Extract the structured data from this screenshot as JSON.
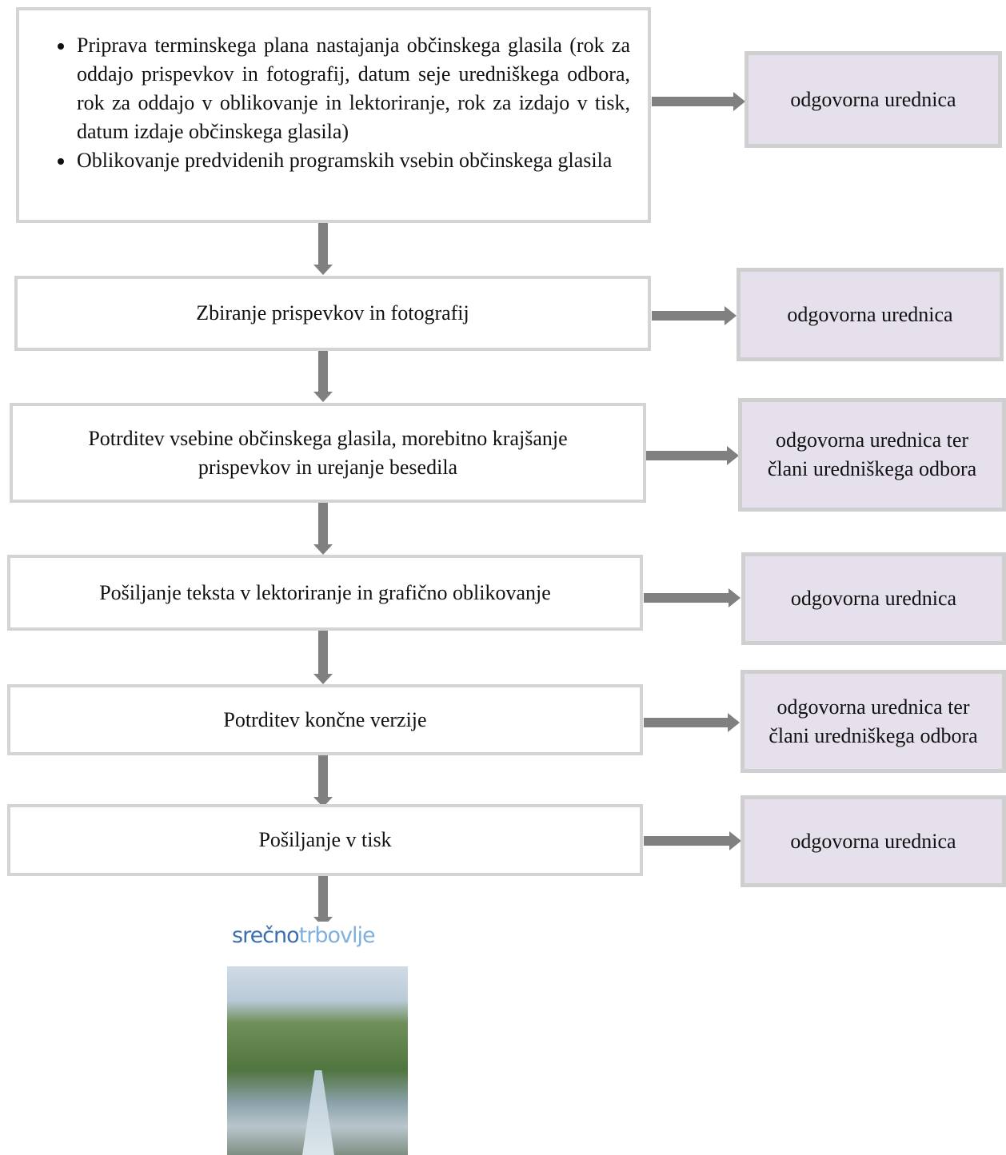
{
  "steps": [
    {
      "bullets": [
        "Priprava terminskega plana nastajanja občinskega glasila (rok za oddajo prispevkov in fotografij, datum seje uredniškega odbora, rok za oddajo v oblikovanje in lektoriranje, rok za izdajo v tisk, datum izdaje občinskega glasila)",
        "Oblikovanje predvidenih programskih vsebin občinskega glasila"
      ],
      "role": "odgovorna urednica"
    },
    {
      "text": "Zbiranje prispevkov in fotografij",
      "role": "odgovorna urednica"
    },
    {
      "text_line1": "Potrditev vsebine občinskega glasila, morebitno krajšanje",
      "text_line2": "prispevkov in urejanje besedila",
      "role_line1": "odgovorna urednica ter",
      "role_line2": "člani uredniškega odbora"
    },
    {
      "text": "Pošiljanje teksta v lektoriranje in grafično oblikovanje",
      "role": "odgovorna urednica"
    },
    {
      "text": "Potrditev končne verzije",
      "role_line1": "odgovorna urednica ter",
      "role_line2": "člani uredniškega odbora"
    },
    {
      "text": "Pošiljanje v tisk",
      "role": "odgovorna urednica"
    }
  ],
  "magazine_cover": {
    "logo_bold": "srečno",
    "logo_light": "trbovlje"
  }
}
